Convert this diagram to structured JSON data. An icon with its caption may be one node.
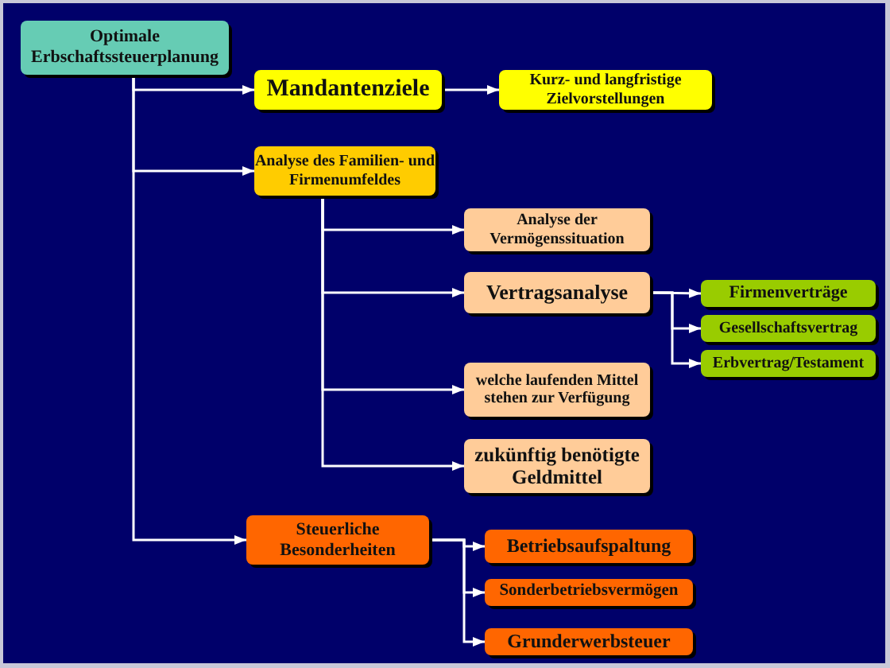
{
  "diagram": {
    "nodes": [
      {
        "text": [
          "Optimale Erbschaftssteuerplanung"
        ]
      },
      {
        "text": [
          "Mandantenziele"
        ]
      },
      {
        "text": [
          "Kurz- und langfristige Zielvorstellungen"
        ]
      },
      {
        "text": [
          "Analyse  des Familien- und Firmenumfeldes"
        ]
      },
      {
        "text": [
          "Analyse der Vermögenssituation"
        ]
      },
      {
        "text": [
          "Vertragsanalyse"
        ]
      },
      {
        "text": [
          "Firmenverträge"
        ]
      },
      {
        "text": [
          "Gesellschaftsvertrag"
        ]
      },
      {
        "text": [
          "Erbvertrag/Testament"
        ]
      },
      {
        "text": [
          "welche laufenden Mittel stehen zur Verfügung"
        ]
      },
      {
        "text": [
          "zukünftig benötigte Geldmittel"
        ]
      },
      {
        "text": [
          "Steuerliche Besonderheiten"
        ]
      },
      {
        "text": [
          "Betriebsaufspaltung"
        ]
      },
      {
        "text": [
          "Sonderbetriebsvermögen"
        ]
      },
      {
        "text": [
          "Grunderwerbsteuer"
        ]
      }
    ],
    "edges": [
      {
        "from": 0,
        "to": 1,
        "arrow": "to"
      },
      {
        "from": 1,
        "to": 2,
        "arrow": "to"
      },
      {
        "from": 0,
        "to": 3,
        "arrow": "to"
      },
      {
        "from": 3,
        "to": 4,
        "arrow": "to"
      },
      {
        "from": 3,
        "to": 5,
        "arrow": "to"
      },
      {
        "from": 5,
        "to": 6,
        "arrow": "to"
      },
      {
        "from": 5,
        "to": 7,
        "arrow": "to"
      },
      {
        "from": 5,
        "to": 8,
        "arrow": "to"
      },
      {
        "from": 3,
        "to": 9,
        "arrow": "to"
      },
      {
        "from": 3,
        "to": 10,
        "arrow": "to"
      },
      {
        "from": 0,
        "to": 11,
        "arrow": "to"
      },
      {
        "from": 11,
        "to": 12,
        "arrow": "to"
      },
      {
        "from": 11,
        "to": 13,
        "arrow": "to"
      },
      {
        "from": 11,
        "to": 14,
        "arrow": "to"
      }
    ]
  }
}
